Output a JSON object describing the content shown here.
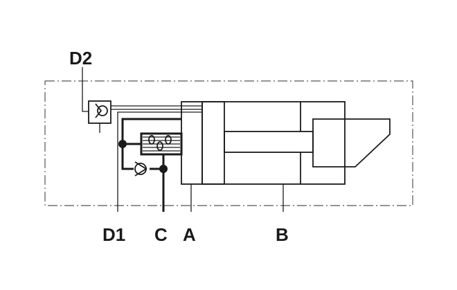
{
  "diagram": {
    "ports": {
      "d2": "D2",
      "d1": "D1",
      "c": "C",
      "a": "A",
      "b": "B"
    },
    "colors": {
      "line": "#1a1a1a",
      "boundary": "#555555",
      "background": "#ffffff"
    },
    "symbols": [
      "shuttle-valve-icon",
      "check-valve-icon",
      "restrictor-icon",
      "hydraulic-cylinder-icon",
      "junction-dot-icon"
    ]
  }
}
